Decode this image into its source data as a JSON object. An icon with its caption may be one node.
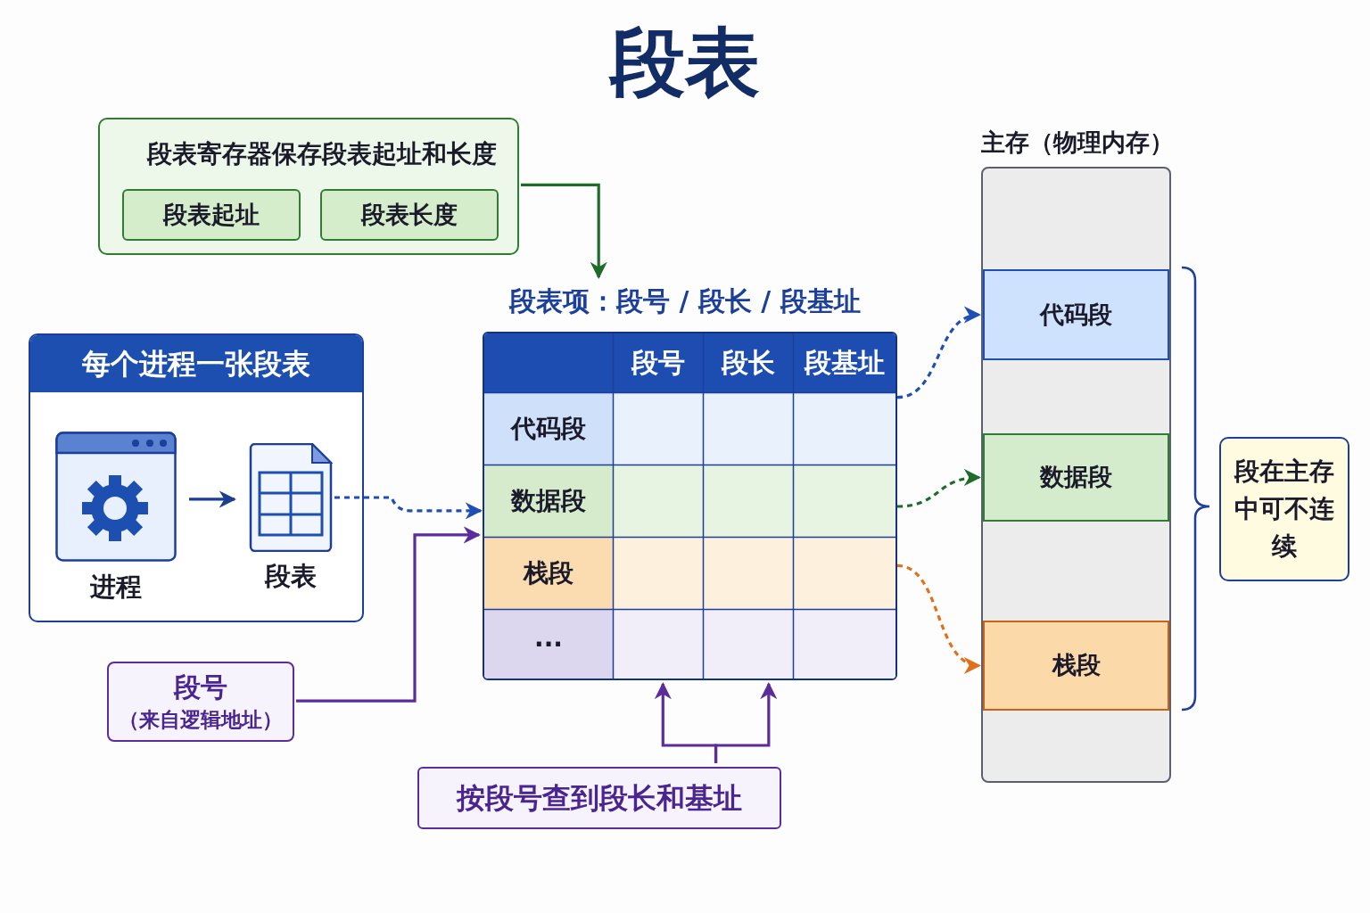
{
  "diagram": {
    "title": "段表",
    "nodes": [
      {
        "text": [
          "段表寄存器保存段表起址和长度"
        ]
      },
      {
        "text": [
          "段表起址"
        ],
        "in": 0
      },
      {
        "text": [
          "段表长度"
        ],
        "in": 0
      },
      {
        "text": [
          "每个进程一张段表"
        ]
      },
      {
        "text": [],
        "shape": "picture",
        "beside": [
          "进程"
        ],
        "in": 3
      },
      {
        "text": [],
        "shape": "picture",
        "beside": [
          "段表"
        ],
        "in": 3
      },
      {
        "text": [
          "段表项：段号 / 段长 / 段基址"
        ]
      },
      {
        "text": [
          "代码段"
        ],
        "in": 6
      },
      {
        "text": [
          "数据段"
        ],
        "in": 6
      },
      {
        "text": [
          "栈段"
        ],
        "in": 6
      },
      {
        "text": [
          "···"
        ],
        "in": 6
      },
      {
        "text": [
          "主存（物理内存）"
        ]
      },
      {
        "text": [
          "代码段"
        ],
        "in": 11
      },
      {
        "text": [
          "数据段"
        ],
        "in": 11
      },
      {
        "text": [
          "栈段"
        ],
        "in": 11
      },
      {
        "text": [
          "段在主存中可不连续"
        ]
      },
      {
        "text": [
          "段号",
          "（来自逻辑地址）"
        ]
      },
      {
        "text": [
          "按段号查到段长和基址"
        ]
      }
    ],
    "edges": [
      {
        "from": 0,
        "to": 6,
        "arrow": "to",
        "color": "#1e6b2a"
      },
      {
        "from": 4,
        "to": 5,
        "arrow": "to",
        "color": "#1b3f8f"
      },
      {
        "from": 5,
        "to": 8,
        "arrow": "to",
        "style": "dashed",
        "color": "#1f4fb5"
      },
      {
        "from": 16,
        "to": 6,
        "arrow": "to",
        "color": "#5b2d9b"
      },
      {
        "from": 17,
        "to": 6,
        "arrow": "to",
        "color": "#5b2d9b"
      },
      {
        "from": 17,
        "to": 6,
        "arrow": "to",
        "color": "#5b2d9b"
      },
      {
        "from": 7,
        "to": 12,
        "arrow": "to",
        "style": "dashed",
        "color": "#1f4fb5"
      },
      {
        "from": 8,
        "to": 13,
        "arrow": "to",
        "style": "dashed",
        "color": "#1e6b2a"
      },
      {
        "from": 9,
        "to": 14,
        "arrow": "to",
        "style": "dashed",
        "color": "#e0701a"
      }
    ],
    "labels": [
      "段号",
      "段长",
      "段基址"
    ]
  }
}
